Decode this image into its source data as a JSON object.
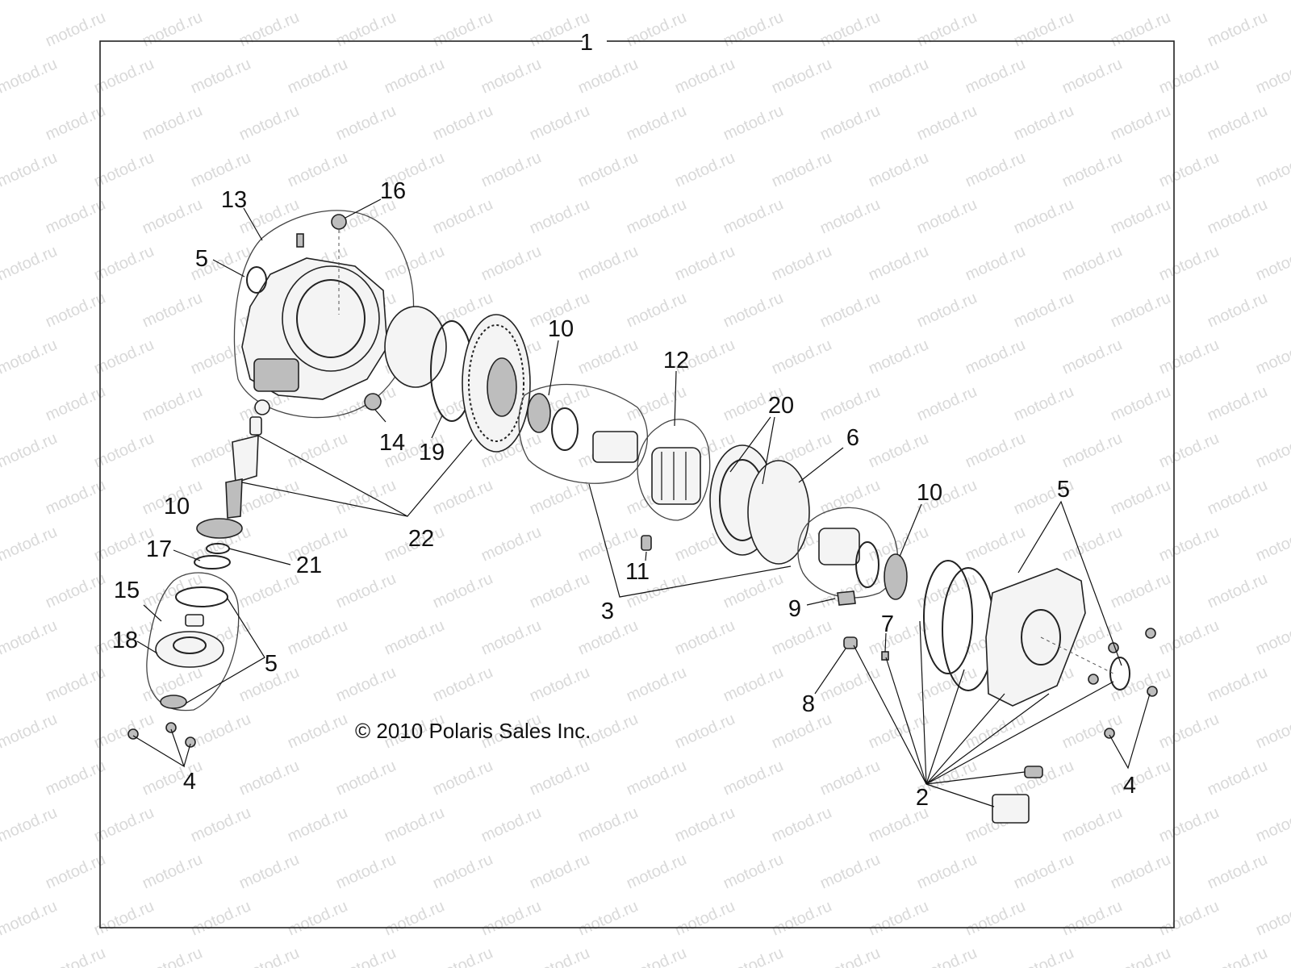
{
  "diagram": {
    "copyright": "© 2010 Polaris Sales Inc.",
    "watermark": "motod.ru",
    "callouts": [
      "1",
      "13",
      "16",
      "5",
      "10",
      "12",
      "20",
      "6",
      "14",
      "19",
      "22",
      "10",
      "17",
      "21",
      "15",
      "18",
      "5",
      "11",
      "3",
      "10",
      "5",
      "9",
      "7",
      "8",
      "2",
      "4",
      "4"
    ]
  }
}
